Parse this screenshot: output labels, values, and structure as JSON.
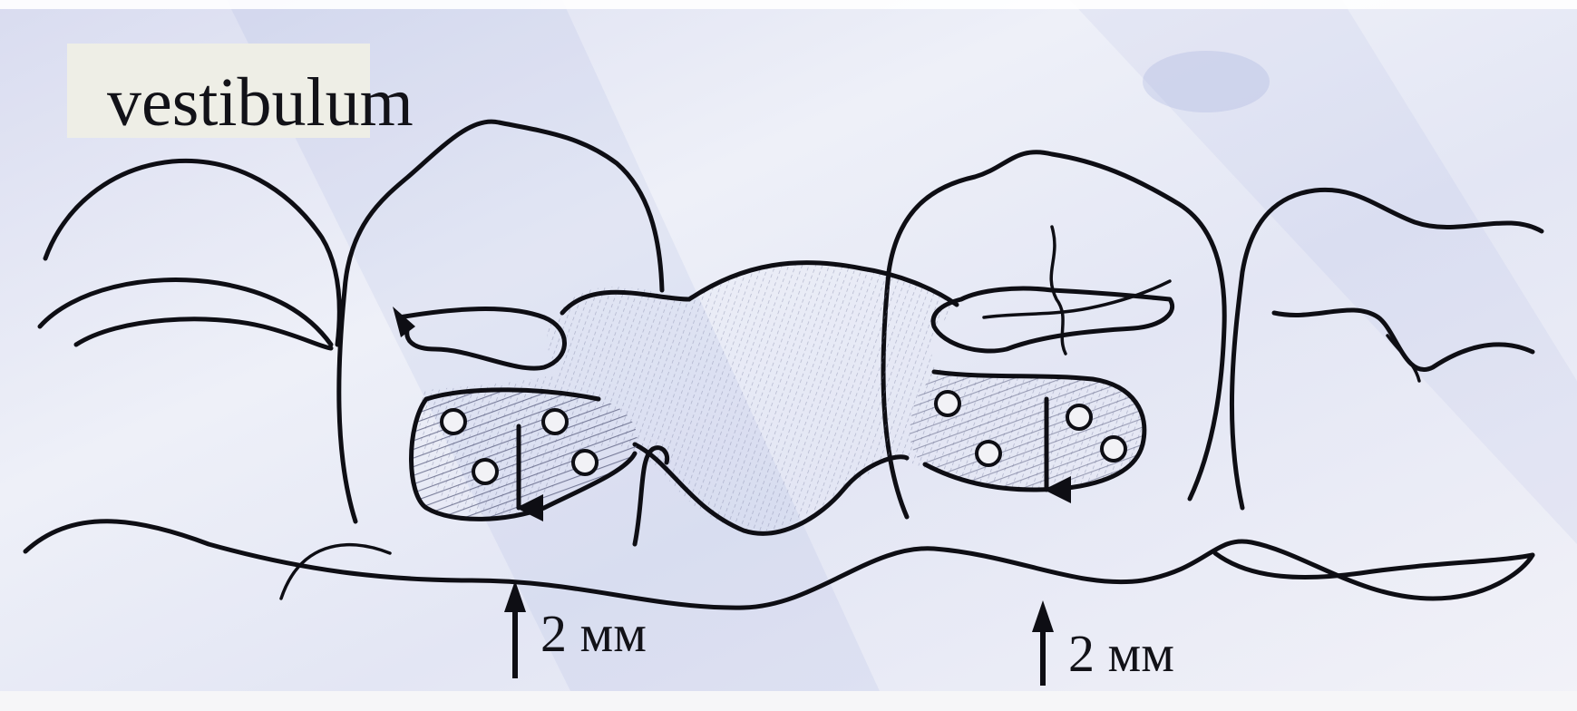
{
  "labels": {
    "region": "vestibulum",
    "gap_left": "2 мм",
    "gap_right": "2 мм"
  },
  "colors": {
    "ink": "#0e0e14",
    "paper": "#f4f4f6",
    "photo_tint": "#8f9bd6",
    "hatch": "#6b6f8c"
  }
}
